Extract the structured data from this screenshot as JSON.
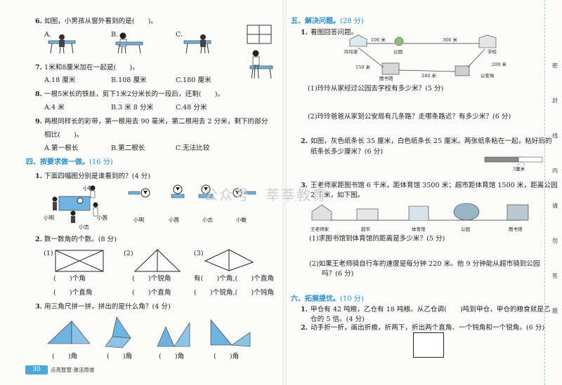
{
  "left": {
    "q6": {
      "num": "6.",
      "text": "如图，小男孩从窗外看到的是(　　)。",
      "a": "A.",
      "b": "B.",
      "c": "C."
    },
    "q7": {
      "num": "7.",
      "text": "1米和8厘米加在一起是(　　)。",
      "a": "A.18 厘米",
      "b": "B.108 厘米",
      "c": "C.180 厘米"
    },
    "q8": {
      "num": "8.",
      "text": "一根5米长的铁丝，剪下1米2分米长的一段后，还剩(　　)。",
      "a": "A.4 米",
      "b": "B.3 米 8 分米",
      "c": "C.48 分米"
    },
    "q9": {
      "num": "9.",
      "line1": "两根同样长的彩带，第一根用去 90 毫米，第二根用去 2 分米，剩下的部分",
      "line2": "相比(　　)。",
      "a": "A.第一根长",
      "b": "B.第二根长",
      "c": "C.无法比较"
    },
    "sec4": {
      "title": "四、按要求做一做。",
      "pts": "(16 分)"
    },
    "p1": {
      "num": "1.",
      "text": "下面四幅图分别是谁看到的？(4 分)",
      "kids": {
        "top": "小敏",
        "left": "小明",
        "right": "小茜",
        "bottom": "小志"
      },
      "blanks": [
        "小明",
        "小茜",
        "小志",
        "小敏"
      ]
    },
    "p2": {
      "num": "2.",
      "text": "数一数角的个数。(8 分)",
      "l1": "(1)",
      "l2": "(2)",
      "l3": "(3)",
      "c1a": "(　　)个角",
      "c1b": "(　　)个直角",
      "c2a": "(　　)个锐角",
      "c2b": "(　　)个直角",
      "c3a": "有(　　)个角,(　　)个直角",
      "c3b": "(　　)个锐角,(　　)个钝角"
    },
    "p3": {
      "num": "3.",
      "text": "用三角尺拼一拼，拼出的是什么角？(4 分)",
      "blank": "(　　)角"
    },
    "footer": {
      "page": "30",
      "brand": "点亮智慧·激活思维"
    }
  },
  "right": {
    "sec5": {
      "title": "五、解决问题。",
      "pts": "(28 分)"
    },
    "r1": {
      "num": "1.",
      "text": "看图回答问题。",
      "map": {
        "home": "玲玲家",
        "park": "公园",
        "school": "学校",
        "library": "图书馆",
        "police": "公安局",
        "d100": "100 米",
        "d300": "300 米",
        "d150": "150 米",
        "d240": "240 米",
        "d200": "200 米"
      },
      "s1": "(1)玲玲从家经过公园去学校有多少米？(5 分)",
      "s2": "(2)玲玲爸爸从家到公安局有几条路？走哪条路近？有多少米？(6 分)"
    },
    "r2": {
      "num": "2.",
      "line1": "如图，灰色纸条长 35 厘米，白色纸条长 25 厘米。两张纸条粘在一起，粘好后的",
      "line2": "纸条长多少厘米？(6 分)",
      "label": "3厘米"
    },
    "r3": {
      "num": "3.",
      "line1": "王老师家距图书馆 6 千米，距体育馆 3500 米；超市距体育馆 1500 米，距离公园",
      "line2": "2 千米，如下图。",
      "places": [
        "王老师家",
        "超市",
        "体育馆",
        "公园",
        "图书馆"
      ],
      "s1": "(1)求图书馆到体育馆的距离是多少米？(5 分)",
      "s2": "(2)如果王老师骑自行车的速度是每分钟 220 米。他 9 分钟能从超市骑到公园",
      "s2b": "吗？(6 分)"
    },
    "sec6": {
      "title": "六、拓展提优。",
      "pts": "(10 分)"
    },
    "x1": {
      "num": "1.",
      "line1": "甲仓有 42 吨粮，乙仓有 18 吨粮。从乙仓调(　　)吨到甲仓，甲仓的粮食就是乙",
      "line2": "仓的 5 倍。(4 分)"
    },
    "x2": {
      "num": "2.",
      "text": "动手折一折，画出折痕，折两下，折出两个直角、一个钝角和一个锐角。(6 分)"
    }
  },
  "watermark": "公众号　莘莘教育",
  "margin": [
    "密",
    "封",
    "线",
    "内",
    "请",
    "勿",
    "答",
    "题"
  ],
  "colors": {
    "accent": "#2a8fc8",
    "triangle": "#6fb3e0"
  }
}
